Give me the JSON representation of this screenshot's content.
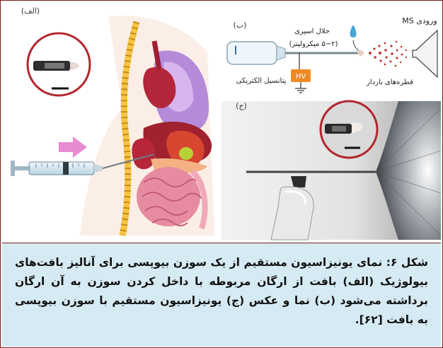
{
  "figure": {
    "panel_a_label": "(الف)",
    "panel_b_label": "(ب)",
    "panel_c_label": "(ج)",
    "ms_inlet_label": "ورودی MS",
    "spray_solvent_label": "حلال اسپری",
    "volume_label": "(۵−۲ میکرولیتر)",
    "hv_label": "HV",
    "potential_label": "پتانسیل الکتریکی",
    "droplets_label": "قطره‌های باردار",
    "colors": {
      "border": "#7b1d1d",
      "caption_bg": "#d6eaf3",
      "arrow_pink": "#e98bd2",
      "hv_orange": "#f08a24",
      "inset_ring": "#b3262e",
      "droplet": "#c0392b"
    }
  },
  "caption": {
    "text": "شکل ۶: نمای یونیزاسیون مستقیم از یک سوزن بیوپسی برای آنالیز بافت‌های بیولوژیک (الف) بافت از ارگان مربوطه با داخل کردن سوزن به آن ارگان برداشته می‌شود (ب) نما و عکس (ج) یونیزاسیون مستقیم با سوزن بیوپسی به بافت [۶۲]."
  }
}
